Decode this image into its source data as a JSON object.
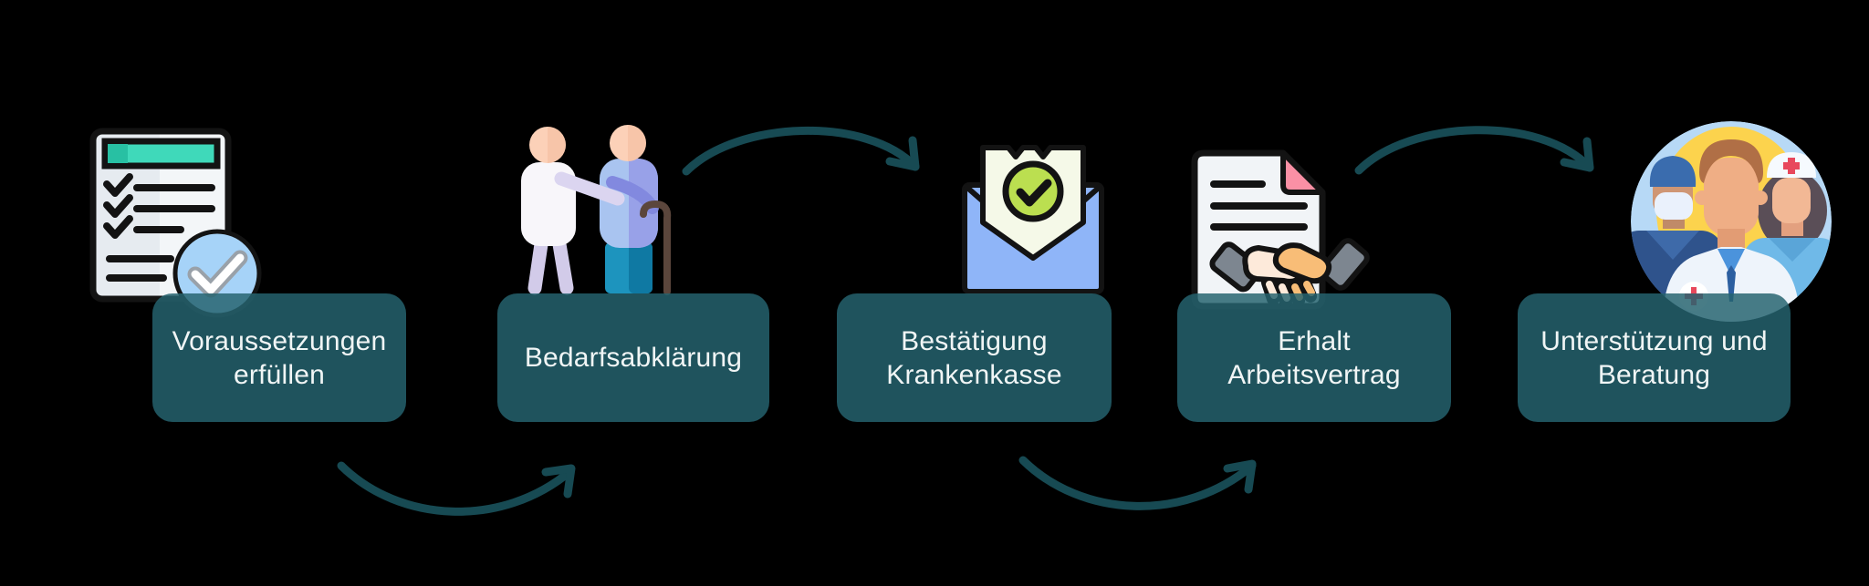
{
  "colors": {
    "background": "#000000",
    "box-fill": "rgba(37,99,111,0.84)",
    "box-fill-solid": "#1e515b",
    "arrow": "#174a53",
    "label-text": "#f0f5f5",
    "checklist-header-teal": "#3fd9ba",
    "badge-blue": "#a6d3f8",
    "envelope-blue": "#8fb5f8",
    "approval-green": "#bbdf50",
    "contract-corner-pink": "#fb90a5",
    "medical-circle-yellow": "#fcd34d",
    "medical-circle-blue": "#b7d9f6",
    "red-cross": "#e8485c"
  },
  "steps": [
    {
      "id": 1,
      "label": "Voraussetzungen\nerfüllen",
      "icon": "checklist-document-icon"
    },
    {
      "id": 2,
      "label": "Bedarfsabklärung",
      "icon": "caregiver-elderly-icon"
    },
    {
      "id": 3,
      "label": "Bestätigung\nKrankenkasse",
      "icon": "envelope-approved-icon"
    },
    {
      "id": 4,
      "label": "Erhalt\nArbeitsvertrag",
      "icon": "contract-handshake-icon"
    },
    {
      "id": 5,
      "label": "Unterstützung und\nBeratung",
      "icon": "medical-team-icon"
    }
  ],
  "connectors": [
    {
      "from_step": 1,
      "to_step": 2,
      "curve": "below"
    },
    {
      "from_step": 2,
      "to_step": 3,
      "curve": "above"
    },
    {
      "from_step": 3,
      "to_step": 4,
      "curve": "below"
    },
    {
      "from_step": 4,
      "to_step": 5,
      "curve": "above"
    }
  ]
}
